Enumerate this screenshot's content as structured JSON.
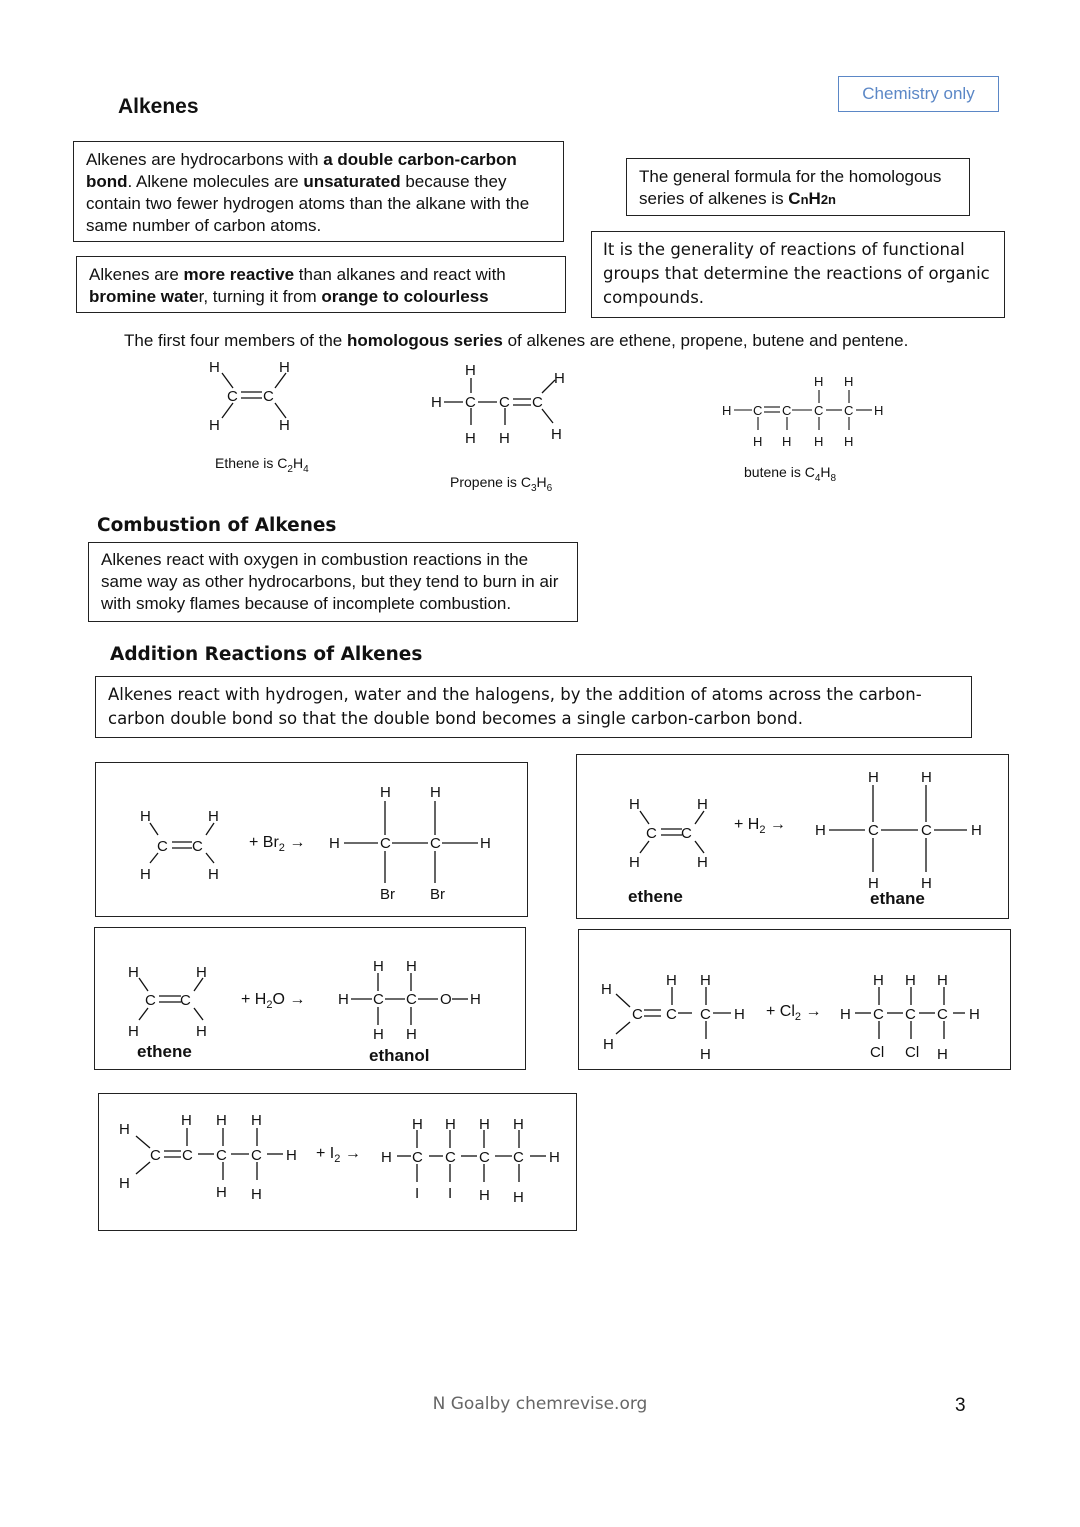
{
  "badge": "Chemistry only",
  "title": "Alkenes",
  "definition": {
    "p1": "Alkenes are hydrocarbons with ",
    "b1": "a double carbon-carbon bond",
    "p2": ". Alkene molecules are ",
    "b2": "unsaturated",
    "p3": " because they contain two fewer hydrogen atoms than the alkane with the same number of carbon atoms."
  },
  "general_formula": {
    "text": "The general formula for the homologous series of alkenes is ",
    "formula_c": "C",
    "formula_n1": "n",
    "formula_h": "H",
    "formula_2n": "2n"
  },
  "generality": "It is the generality of reactions of functional groups that determine the reactions of organic compounds.",
  "reactivity": {
    "p1": "Alkenes are ",
    "b1": "more reactive",
    "p2": " than alkanes and react with ",
    "b2": "bromine wate",
    "p3": "r, turning it from ",
    "b3": "orange to colourless"
  },
  "series": {
    "p1": "The first four members of the ",
    "b1": "homologous series",
    "p2": " of alkenes are ethene, propene, butene and pentene."
  },
  "captions": {
    "ethene_pre": "Ethene is C",
    "ethene_sub1": "2",
    "ethene_mid": "H",
    "ethene_sub2": "4",
    "propene_pre": "Propene is C",
    "propene_sub1": "3",
    "propene_mid": "H",
    "propene_sub2": "6",
    "butene_pre": "butene is C",
    "butene_sub1": "4",
    "butene_mid": "H",
    "butene_sub2": "8"
  },
  "combustion": {
    "heading": "Combustion of Alkenes",
    "text": "Alkenes react with oxygen in combustion reactions in the same way as other hydrocarbons, but they tend to burn in air with smoky flames because of incomplete combustion."
  },
  "addition": {
    "heading": "Addition Reactions of Alkenes",
    "text": "Alkenes react with hydrogen, water and the halogens, by the addition of atoms across the carbon-carbon double bond so that the double bond becomes a single carbon-carbon bond."
  },
  "atoms": {
    "H": "H",
    "C": "C",
    "Br": "Br",
    "Cl": "Cl",
    "I": "I",
    "O": "O"
  },
  "reactions": {
    "br2_plus": "+ Br",
    "br2_sub": "2",
    "h2_plus": "+ H",
    "h2_sub": "2",
    "h2o_plus": "+ H",
    "h2o_sub": "2",
    "h2o_o": "O",
    "cl2_plus": "+ Cl",
    "cl2_sub": "2",
    "i2_plus": "+ I",
    "i2_sub": "2",
    "arrow": "→",
    "ethene": "ethene",
    "ethane": "ethane",
    "ethanol": "ethanol"
  },
  "footer": {
    "author": "N Goalby chemrevise.org",
    "page": "3"
  }
}
